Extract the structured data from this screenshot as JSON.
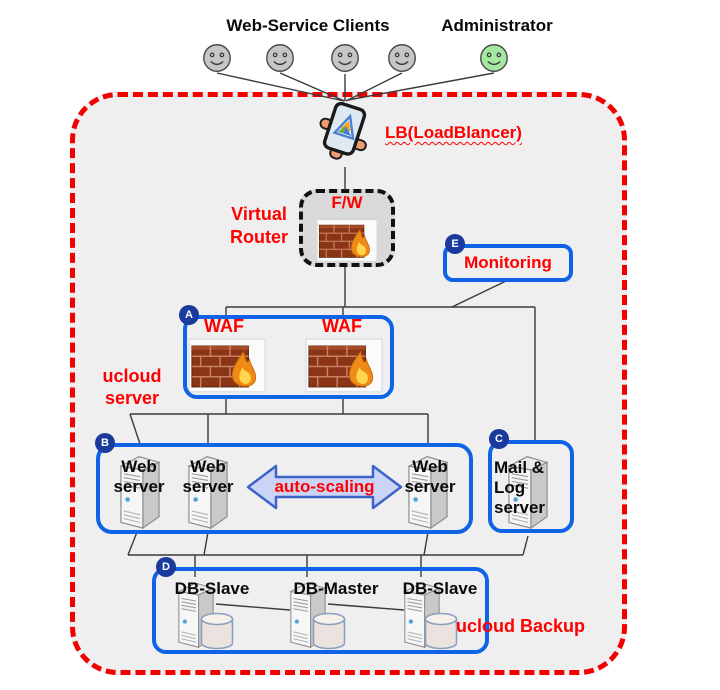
{
  "diagram": {
    "clients": {
      "label": "Web-Service Clients",
      "icon": "smiley-face-icon",
      "count": 4
    },
    "administrator": {
      "label": "Administrator",
      "icon": "smiley-face-icon",
      "count": 1
    },
    "load_balancer": {
      "label": "LB(LoadBlancer)",
      "icon": "load-balancer-icon"
    },
    "virtual_router": {
      "label": "Virtual Router",
      "firewall_label": "F/W",
      "icon": "firewall-icon"
    },
    "monitoring": {
      "badge": "E",
      "label": "Monitoring"
    },
    "waf_group": {
      "badge": "A",
      "waf_labels": [
        "WAF",
        "WAF"
      ],
      "icon": "firewall-icon",
      "side_label": "ucloud server"
    },
    "web_group": {
      "badge": "B",
      "server_labels": [
        "Web server",
        "Web server",
        "Web server"
      ],
      "icon": "server-tower-icon",
      "autoscaling_label": "auto-scaling",
      "autoscaling_icon": "double-arrow-icon"
    },
    "mail_group": {
      "badge": "C",
      "label": "Mail & Log server",
      "icon": "server-tower-icon"
    },
    "db_group": {
      "badge": "D",
      "server_labels": [
        "DB-Slave",
        "DB-Master",
        "DB-Slave"
      ],
      "server_icon": "server-tower-icon",
      "storage_icon": "database-cylinder-icon",
      "side_label": "ucloud Backup"
    },
    "colors": {
      "border_red": "#f20000",
      "box_blue": "#0e63e6",
      "badge_navy": "#1a3a9e",
      "label_red": "#ff0000",
      "region_bg": "#efeff0",
      "autoscaling_fill": "#ccd4f6"
    }
  }
}
